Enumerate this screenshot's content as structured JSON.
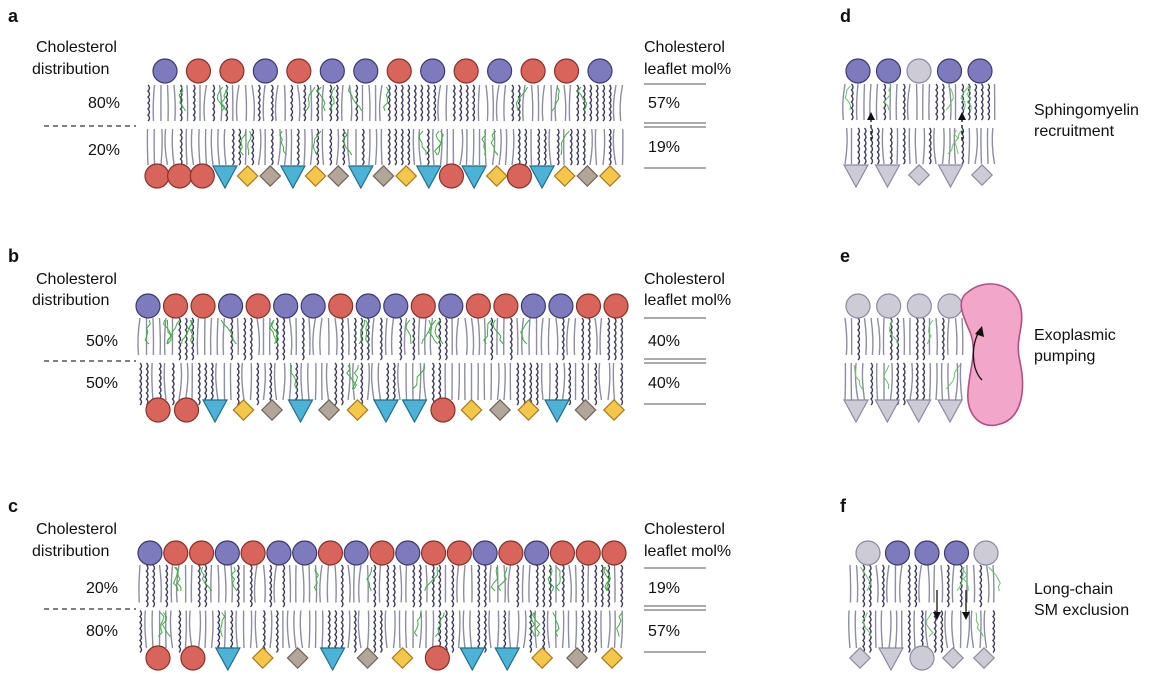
{
  "panel_a": {
    "label": "a",
    "left_title_line1": "Cholesterol",
    "left_title_line2": "distribution",
    "outer_pct": "80%",
    "inner_pct": "20%",
    "right_title_line1": "Cholesterol",
    "right_title_line2": "leaflet mol%",
    "outer_mol": "57%",
    "inner_mol": "19%",
    "top_heads": [
      "P",
      "R",
      "R",
      "P",
      "R",
      "P",
      "P",
      "R",
      "P",
      "R",
      "P",
      "R",
      "R",
      "P"
    ],
    "bottom_heads": [
      "R",
      "R",
      "R",
      "T",
      "D",
      "G",
      "T",
      "D",
      "G",
      "T",
      "G",
      "D",
      "T",
      "R",
      "T",
      "D",
      "R",
      "T",
      "D",
      "G",
      "D"
    ]
  },
  "panel_b": {
    "label": "b",
    "left_title_line1": "Cholesterol",
    "left_title_line2": "distribution",
    "outer_pct": "50%",
    "inner_pct": "50%",
    "right_title_line1": "Cholesterol",
    "right_title_line2": "leaflet mol%",
    "outer_mol": "40%",
    "inner_mol": "40%",
    "top_heads": [
      "P",
      "R",
      "R",
      "P",
      "R",
      "P",
      "P",
      "R",
      "P",
      "P",
      "R",
      "P",
      "R",
      "R",
      "P",
      "P",
      "R",
      "R"
    ],
    "bottom_heads": [
      "R",
      "R",
      "T",
      "D",
      "G",
      "T",
      "G",
      "D",
      "T",
      "T",
      "R",
      "D",
      "G",
      "D",
      "T",
      "G",
      "D"
    ]
  },
  "panel_c": {
    "label": "c",
    "left_title_line1": "Cholesterol",
    "left_title_line2": "distribution",
    "outer_pct": "20%",
    "inner_pct": "80%",
    "right_title_line1": "Cholesterol",
    "right_title_line2": "leaflet mol%",
    "outer_mol": "19%",
    "inner_mol": "57%",
    "top_heads": [
      "P",
      "R",
      "R",
      "P",
      "R",
      "P",
      "P",
      "R",
      "P",
      "R",
      "P",
      "R",
      "R",
      "P",
      "R",
      "P",
      "R",
      "R",
      "R"
    ],
    "bottom_heads": [
      "R",
      "R",
      "T",
      "D",
      "G",
      "T",
      "G",
      "D",
      "R",
      "T",
      "T",
      "D",
      "G",
      "D"
    ]
  },
  "panel_d": {
    "label": "d",
    "caption_line1": "Sphingomyelin",
    "caption_line2": "recruitment",
    "top_heads": [
      "P",
      "P",
      "L",
      "P",
      "P"
    ],
    "bottom_heads": [
      "LT",
      "LT",
      "LD",
      "LT",
      "LD"
    ]
  },
  "panel_e": {
    "label": "e",
    "caption_line1": "Exoplasmic",
    "caption_line2": "pumping",
    "top_heads": [
      "L",
      "L",
      "L",
      "L"
    ],
    "bottom_heads": [
      "LT",
      "LT",
      "LT",
      "LT"
    ]
  },
  "panel_f": {
    "label": "f",
    "caption_line1": "Long-chain",
    "caption_line2": "SM exclusion",
    "top_heads": [
      "L",
      "P",
      "P",
      "P",
      "L"
    ],
    "bottom_heads": [
      "LD",
      "LT",
      "LC",
      "LD",
      "LD"
    ]
  },
  "colors": {
    "purple_head": "#7d7bbd",
    "red_head": "#d8655b",
    "blue_triangle": "#4cb3d6",
    "yellow_diamond": "#f4c64a",
    "gray_diamond": "#b1a699",
    "light_gray_head": "#cdccd6",
    "cholesterol_green": "#3fae3f",
    "tail_dark": "#3b3a5c",
    "tail_gray": "#8c8ea3",
    "pump_pink": "#f2a7c9"
  }
}
